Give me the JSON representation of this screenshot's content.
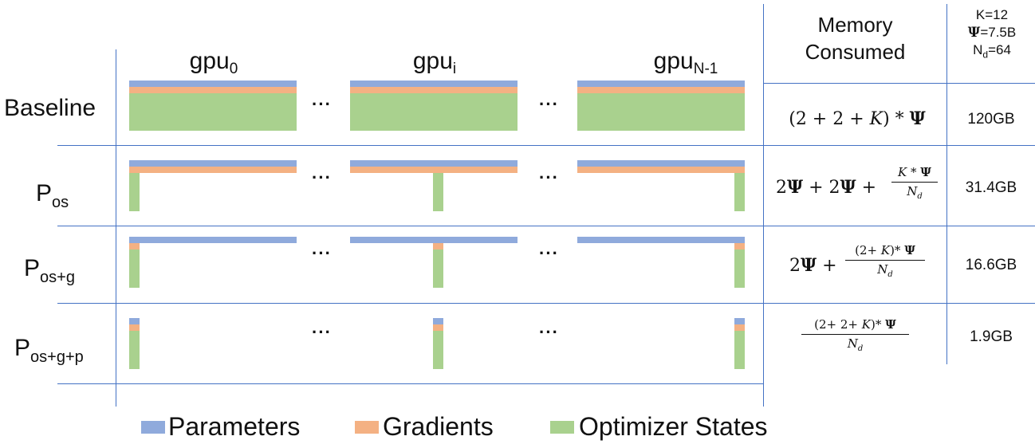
{
  "gpus": [
    {
      "base": "gpu",
      "sub": "0"
    },
    {
      "base": "gpu",
      "sub": "i"
    },
    {
      "base": "gpu",
      "sub": "N-1"
    }
  ],
  "dots": "···",
  "header": {
    "memory_line1": "Memory",
    "memory_line2": "Consumed",
    "param_k": "K=12",
    "param_psi_symbol": "Ψ",
    "param_psi_value": "=7.5B",
    "param_nd_base": "N",
    "param_nd_sub": "d",
    "param_nd_value": "=64"
  },
  "rows": [
    {
      "label_base": "Baseline",
      "label_sub": "",
      "formula": "(2 + 2 + K) * Ψ",
      "total": "120GB"
    },
    {
      "label_base": "P",
      "label_sub": "os",
      "formula_prefix": "2Ψ + 2Ψ +",
      "frac_num": "K * Ψ",
      "frac_den": "N_d",
      "total": "31.4GB"
    },
    {
      "label_base": "P",
      "label_sub": "os+g",
      "formula_prefix": "2Ψ +",
      "frac_num": "(2+ K)* Ψ",
      "frac_den": "N_d",
      "total": "16.6GB"
    },
    {
      "label_base": "P",
      "label_sub": "os+g+p",
      "formula_prefix": "",
      "frac_num": "(2+ 2+ K)* Ψ",
      "frac_den": "N_d",
      "total": "1.9GB"
    }
  ],
  "legend": [
    {
      "label": "Parameters",
      "color": "#8faadc"
    },
    {
      "label": "Gradients",
      "color": "#f4b183"
    },
    {
      "label": "Optimizer States",
      "color": "#a9d18e"
    }
  ],
  "colors": {
    "params": "#8faadc",
    "grads": "#f4b183",
    "optim": "#a9d18e",
    "grid": "#4472c4"
  }
}
